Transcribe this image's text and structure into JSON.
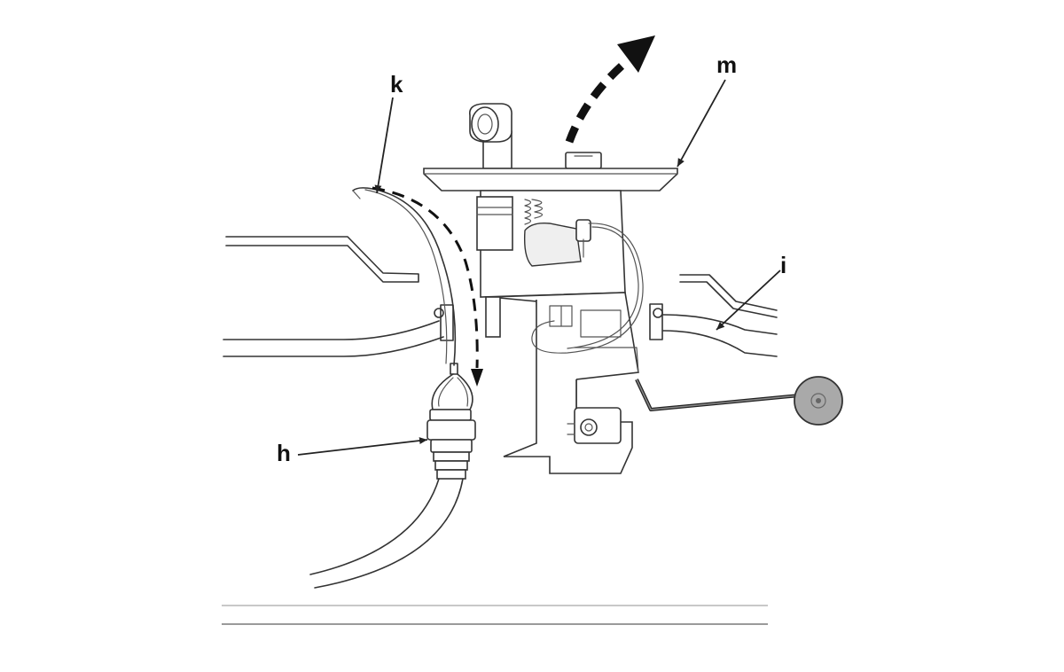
{
  "callouts": {
    "k": "k",
    "m": "m",
    "i": "i",
    "h": "h"
  },
  "colors": {
    "line": "#333333",
    "arrow": "#111111",
    "float": "#a9a9a9",
    "background": "#ffffff"
  }
}
